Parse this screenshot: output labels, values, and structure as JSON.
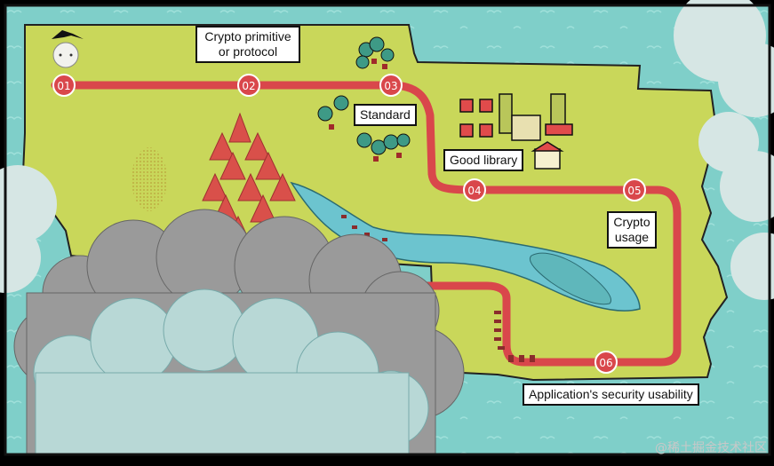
{
  "colors": {
    "sea": "#7fcfc9",
    "land": "#c9d75a",
    "route": "#d9474b",
    "river": "#6cc4cf",
    "cloud_gray": "#9a9a9a",
    "cloud_light": "#b8d8d6",
    "tree": "#d9504a",
    "house": "#e04b4b"
  },
  "stations": [
    {
      "num": "01"
    },
    {
      "num": "02"
    },
    {
      "num": "03"
    },
    {
      "num": "04"
    },
    {
      "num": "05"
    },
    {
      "num": "06"
    }
  ],
  "labels": {
    "crypto_primitive": [
      "Crypto primitive",
      "or protocol"
    ],
    "standard": "Standard",
    "good_library": "Good library",
    "crypto_usage": [
      "Crypto",
      "usage"
    ],
    "app_security": "Application's security usability"
  },
  "watermark": "@稀土掘金技术社区"
}
